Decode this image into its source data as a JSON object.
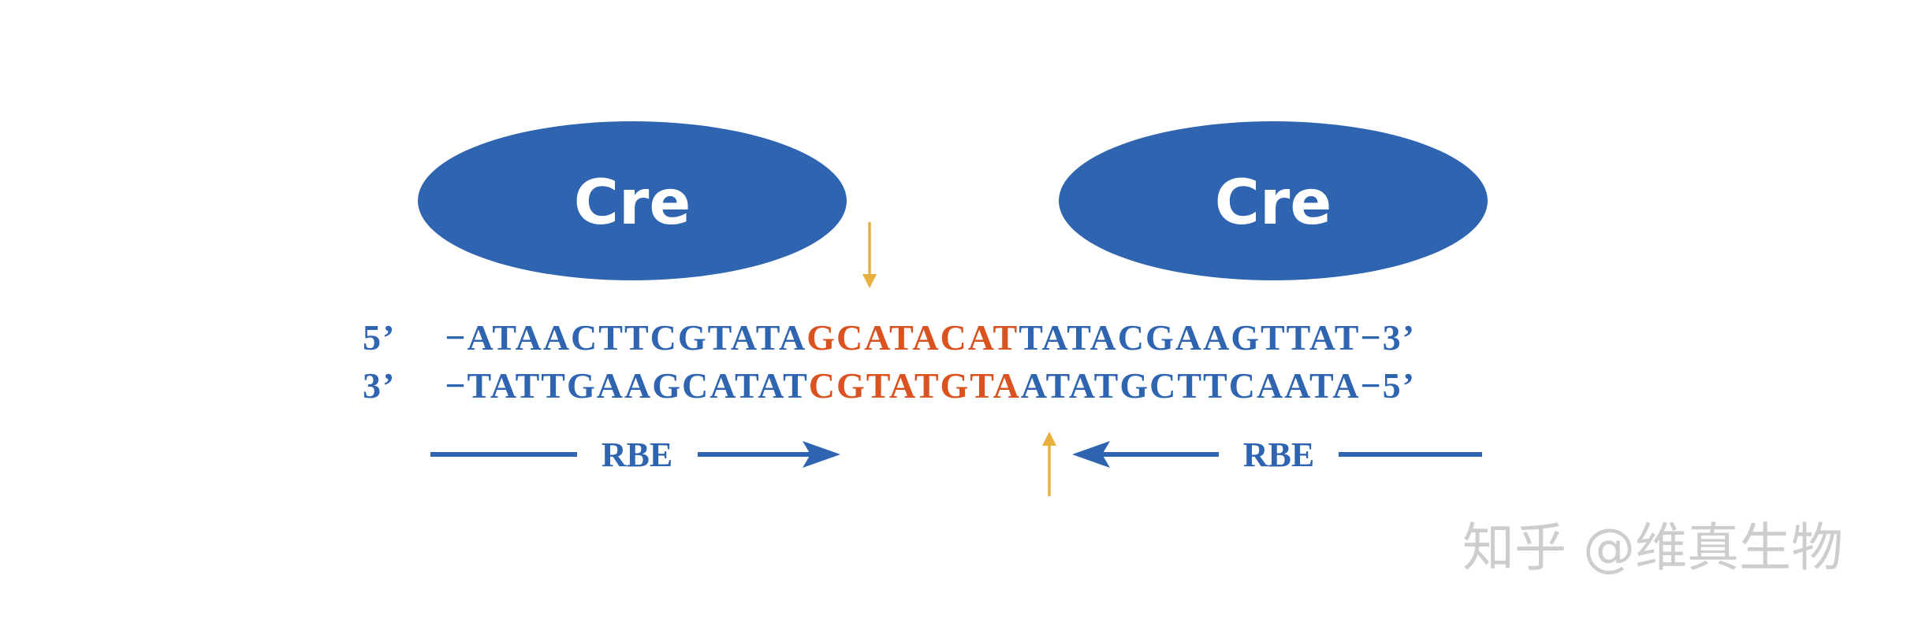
{
  "enzymes": [
    {
      "label": "Cre"
    },
    {
      "label": "Cre"
    }
  ],
  "strands": [
    {
      "prefix": "5’",
      "dash_left": "−",
      "left_arm": "ATAACTTCGTATA",
      "spacer": "GCATACAT",
      "right_arm": "TATACGAAGTTAT",
      "dash_right": "−",
      "suffix": "3’"
    },
    {
      "prefix": "3’",
      "dash_left": "−",
      "left_arm": "TATTGAAGCATAT",
      "spacer": "CGTATGTA",
      "right_arm": "ATATGCTTCAATA",
      "dash_right": "−",
      "suffix": "5’"
    }
  ],
  "rbe": [
    {
      "label": "RBE"
    },
    {
      "label": "RBE"
    }
  ],
  "colors": {
    "enzyme": "#2E64B0",
    "sequence": "#2E64B0",
    "spacer_highlight": "#D9521F",
    "cut_arrow": "#E8B040"
  },
  "watermark": "知乎 @维真生物"
}
